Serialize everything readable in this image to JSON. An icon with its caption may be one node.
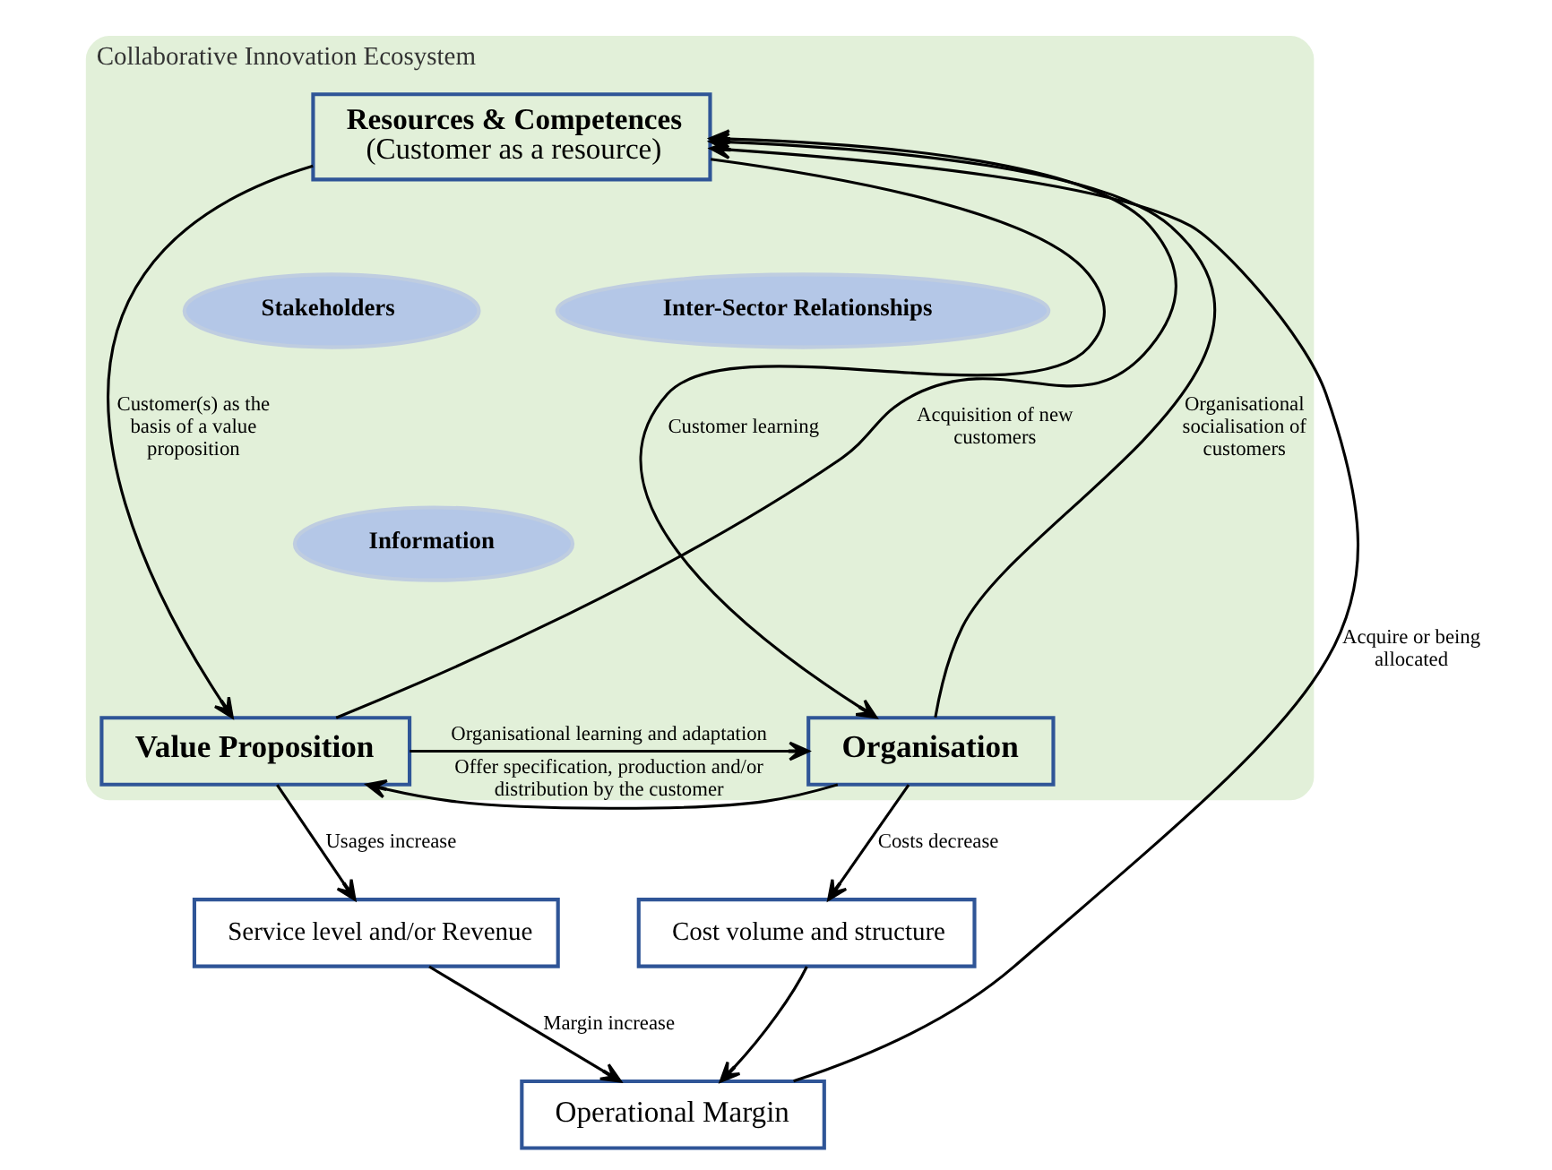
{
  "diagram": {
    "nodes": [
      {
        "text": [
          "Collaborative Innovation Ecosystem"
        ]
      },
      {
        "text": [
          "Resources & Competences",
          "(Customer as a resource)"
        ],
        "in": 0
      },
      {
        "text": [
          "Inter-Sector Relationships"
        ],
        "in": 0
      },
      {
        "text": [
          "Stakeholders"
        ],
        "in": 0
      },
      {
        "text": [
          "Information"
        ],
        "in": 0
      },
      {
        "text": [
          "Value Proposition"
        ],
        "in": 0
      },
      {
        "text": [
          "Organisation"
        ],
        "in": 0
      },
      {
        "text": [
          "Service level and/or Revenue"
        ]
      },
      {
        "text": [
          "Cost volume and structure"
        ]
      },
      {
        "text": [
          "Operational Margin"
        ]
      }
    ],
    "edges": [
      {
        "from": 1,
        "to": 5,
        "arrow": "to",
        "label": "Customer(s) as the basis of a value proposition"
      },
      {
        "from": 5,
        "to": 1,
        "arrow": "to",
        "label": "Acquisition of new customers"
      },
      {
        "from": 6,
        "to": 1,
        "arrow": "to",
        "label": "Organisational socialisation of customers"
      },
      {
        "from": 1,
        "to": 6,
        "arrow": "to",
        "label": "Customer learning"
      },
      {
        "from": 6,
        "to": 5,
        "arrow": "to",
        "label": "Offer specification, production and/or distribution by the customer"
      },
      {
        "from": 5,
        "to": 6,
        "arrow": "to",
        "label": "Organisational learning and adaptation"
      },
      {
        "from": 5,
        "to": 7,
        "arrow": "to",
        "label": "Usages increase"
      },
      {
        "from": 6,
        "to": 8,
        "arrow": "to",
        "label": "Costs decrease"
      },
      {
        "from": 7,
        "to": 9,
        "arrow": "to",
        "label": "Margin increase"
      },
      {
        "from": 8,
        "to": 9,
        "arrow": "to"
      },
      {
        "from": 9,
        "to": 1,
        "arrow": "to",
        "label": "Acquire or being allocated"
      }
    ]
  }
}
